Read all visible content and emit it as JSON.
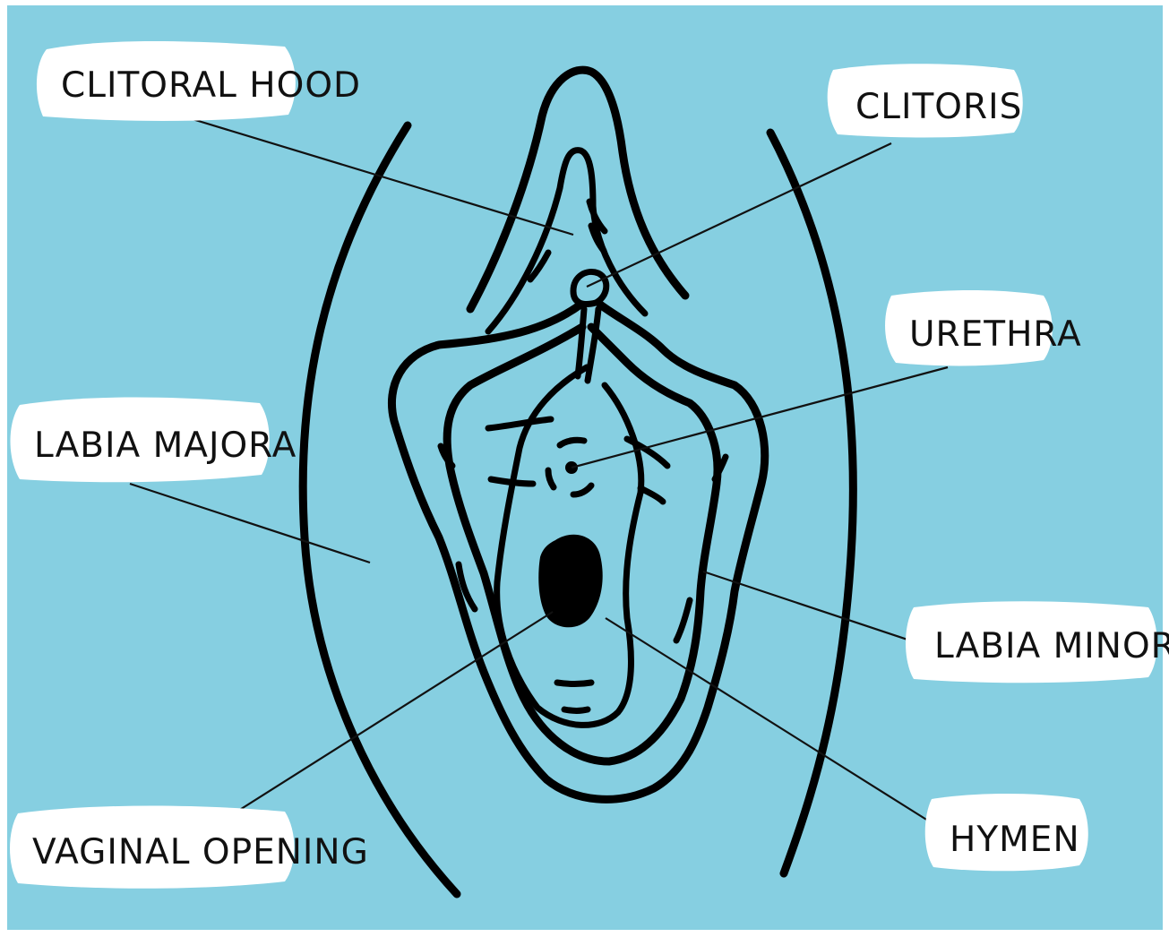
{
  "colors": {
    "background": "#86cfe1",
    "border": "#ffffff",
    "ink": "#000000",
    "label_bg": "#ffffff"
  },
  "labels": {
    "clitoral_hood": "CLITORAL HOOD",
    "clitoris": "CLITORIS",
    "urethra": "URETHRA",
    "labia_majora": "LABIA MAJORA",
    "labia_minora": "LABIA MINORA",
    "vaginal_opening": "VAGINAL OPENING",
    "hymen": "HYMEN"
  }
}
